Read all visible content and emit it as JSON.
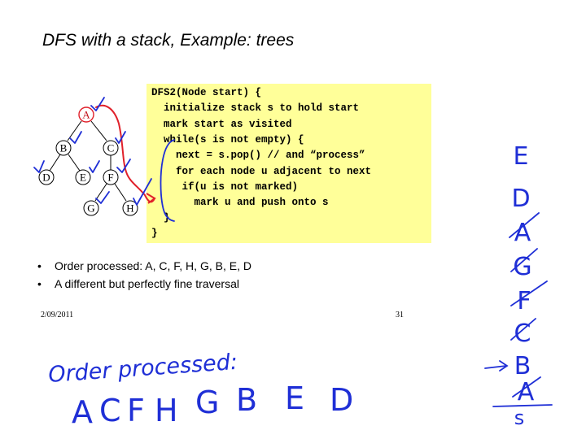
{
  "slide": {
    "title": "DFS with a stack, Example: trees",
    "code_lines": [
      "DFS2(Node start) {",
      "  initialize stack s to hold start",
      "  mark start as visited",
      "  while(s is not empty) {",
      "    next = s.pop() // and “process”",
      "    for each node u adjacent to next",
      "     if(u is not marked)",
      "       mark u and push onto s",
      "  }",
      "}"
    ],
    "tree_nodes": [
      "A",
      "B",
      "C",
      "D",
      "E",
      "F",
      "G",
      "H"
    ],
    "bullets": [
      "Order processed: A, C, F, H, G, B, E, D",
      "A different but perfectly fine traversal"
    ],
    "date": "2/09/2011",
    "page_number": "31"
  },
  "handwriting": {
    "heading": "Order processed:",
    "sequence": [
      "A",
      "C",
      "F",
      "H",
      "G",
      "B",
      "E",
      "D"
    ],
    "stack_column": [
      "E",
      "D",
      "A",
      "G",
      "F",
      "C",
      "B",
      "A"
    ],
    "stack_label": "s",
    "ink_color": "#1f2fd6",
    "path_color": "#e0202a"
  }
}
